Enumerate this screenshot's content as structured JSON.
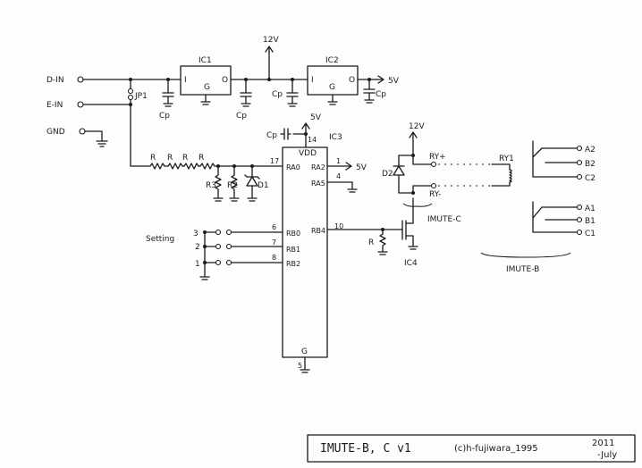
{
  "inputs": {
    "d_in": "D-IN",
    "e_in": "E-IN",
    "gnd": "GND"
  },
  "jumper": "JP1",
  "ic1": {
    "name": "IC1",
    "in": "I",
    "gnd": "G",
    "out": "O"
  },
  "ic2": {
    "name": "IC2",
    "in": "I",
    "gnd": "G",
    "out": "O"
  },
  "supply_12v": "12V",
  "supply_5v": "5V",
  "cap": "Cp",
  "resistor": "R",
  "r3": "R3",
  "r2": "R2",
  "d1": "D1",
  "d2": "D2",
  "ic3": {
    "name": "IC3",
    "vdd": "VDD",
    "gnd": "G",
    "pins": {
      "ra0": "RA0",
      "ra2": "RA2",
      "ra5": "RA5",
      "rb0": "RB0",
      "rb1": "RB1",
      "rb2": "RB2",
      "rb4": "RB4"
    },
    "pin_numbers": {
      "vdd": "14",
      "ra0": "17",
      "ra2": "1",
      "ra5": "4",
      "rb0": "6",
      "rb1": "7",
      "rb2": "8",
      "rb4": "10",
      "gnd": "5"
    }
  },
  "setting": {
    "label": "Setting",
    "n3": "3",
    "n2": "2",
    "n1": "1"
  },
  "ic4": "IC4",
  "relay": {
    "plus": "RY+",
    "minus": "RY-",
    "coil": "RY1"
  },
  "contacts": {
    "a2": "A2",
    "b2": "B2",
    "c2": "C2",
    "a1": "A1",
    "b1": "B1",
    "c1": "C1"
  },
  "imute_c": "IMUTE-C",
  "imute_b": "IMUTE-B",
  "title_block": {
    "title": "IMUTE-B, C v1",
    "copyright": "(c)h-fujiwara_1995",
    "year": "2011",
    "month": "-July"
  }
}
